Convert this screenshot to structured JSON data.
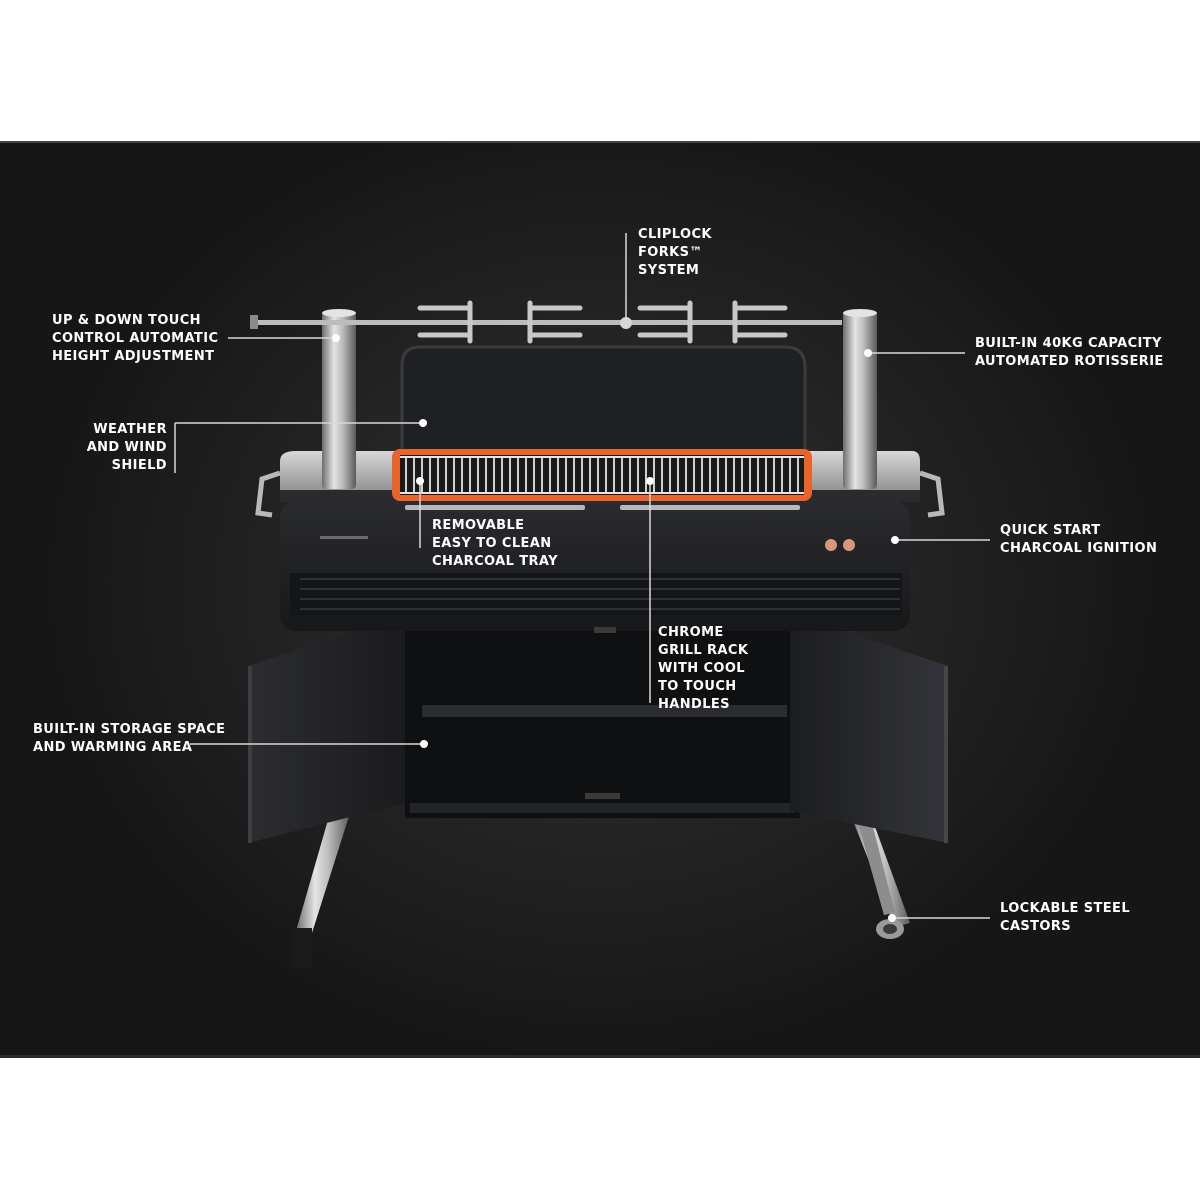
{
  "callouts": {
    "cliplock": [
      "CLIPLOCK",
      "FORKS™",
      "SYSTEM"
    ],
    "up_down": [
      "UP & DOWN TOUCH",
      "CONTROL AUTOMATIC",
      "HEIGHT ADJUSTMENT"
    ],
    "rotisserie": [
      "BUILT-IN 40KG CAPACITY",
      "AUTOMATED ROTISSERIE"
    ],
    "weather": [
      "WEATHER",
      "AND WIND",
      "SHIELD"
    ],
    "tray": [
      "REMOVABLE",
      "EASY TO CLEAN",
      "CHARCOAL TRAY"
    ],
    "ignition": [
      "QUICK START",
      "CHARCOAL IGNITION"
    ],
    "rack": [
      "CHROME",
      "GRILL RACK",
      "WITH COOL",
      "TO TOUCH",
      "HANDLES"
    ],
    "storage": [
      "BUILT-IN STORAGE SPACE",
      "AND WARMING AREA"
    ],
    "castors": [
      "LOCKABLE STEEL",
      "CASTORS"
    ]
  },
  "colors": {
    "accent_orange": "#e8642a",
    "body_dark": "#1c1d1f",
    "steel": "#c9c9c9",
    "copper": "#d9967a"
  }
}
